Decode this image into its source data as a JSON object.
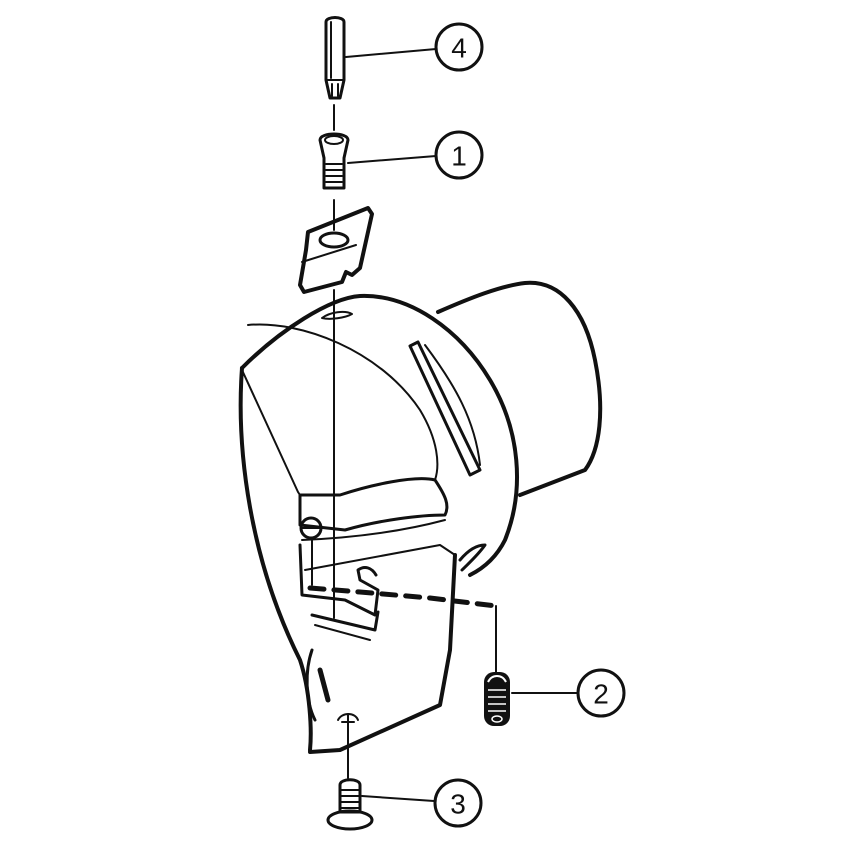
{
  "diagram": {
    "type": "exploded-parts-view",
    "subject": "cutting tool holder with insert and fasteners",
    "colors": {
      "line": "#111111",
      "background": "#ffffff"
    },
    "callouts": [
      {
        "id": "4",
        "label": "4",
        "part": "key-wrench"
      },
      {
        "id": "1",
        "label": "1",
        "part": "insert-clamp-screw"
      },
      {
        "id": "2",
        "label": "2",
        "part": "set-screw"
      },
      {
        "id": "3",
        "label": "3",
        "part": "bottom-screw"
      }
    ],
    "parts": [
      "key-wrench",
      "insert-clamp-screw",
      "cutting-insert",
      "tool-holder-body",
      "set-screw",
      "bottom-screw"
    ]
  }
}
